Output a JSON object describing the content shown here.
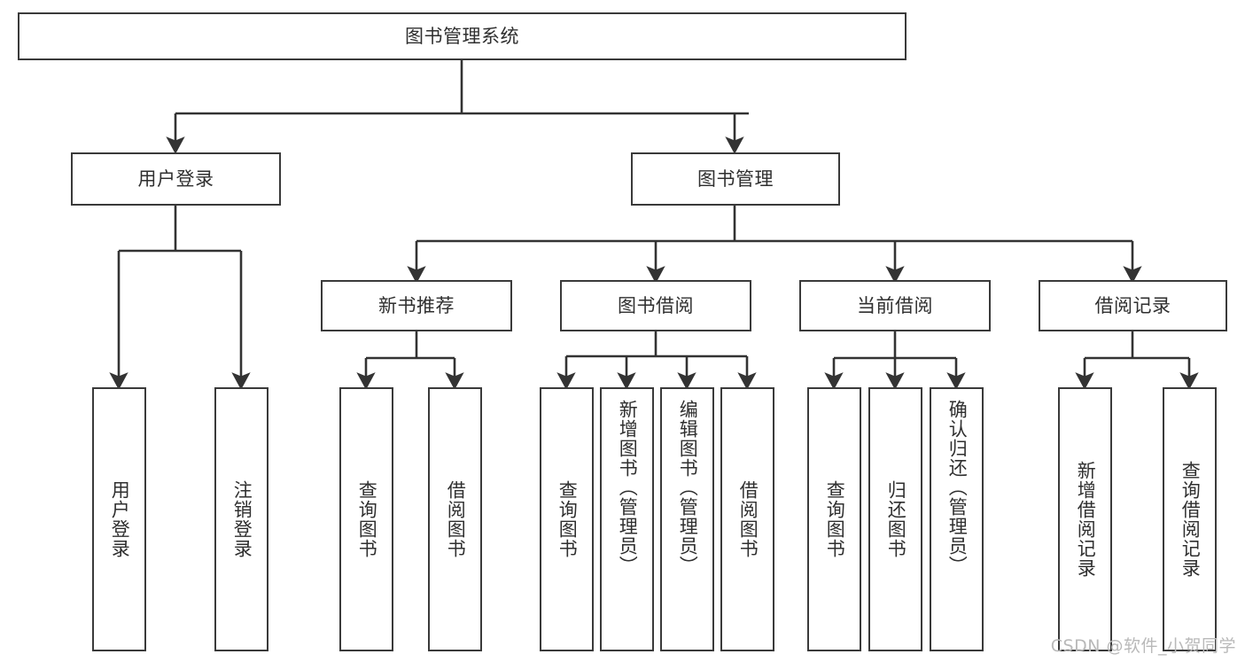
{
  "diagram": {
    "type": "tree-hierarchy",
    "title": "图书管理系统",
    "watermark": "CSDN @软件_小贺同学",
    "colors": {
      "box_border": "#3a3a3a",
      "box_fill": "#ffffff",
      "edge": "#333333",
      "text": "#2f2f2f",
      "watermark": "#b9b9b9",
      "background": "#ffffff"
    },
    "levels": {
      "root": "图书管理系统",
      "level1": [
        "用户登录",
        "图书管理"
      ],
      "level2": [
        "新书推荐",
        "图书借阅",
        "当前借阅",
        "借阅记录"
      ]
    },
    "nodes": {
      "root": {
        "label": "图书管理系统",
        "orientation": "horizontal"
      },
      "user_login": {
        "label": "用户登录",
        "orientation": "horizontal"
      },
      "book_mgmt": {
        "label": "图书管理",
        "orientation": "horizontal"
      },
      "new_book_rec": {
        "label": "新书推荐",
        "orientation": "horizontal"
      },
      "book_borrow": {
        "label": "图书借阅",
        "orientation": "horizontal"
      },
      "current_borrow": {
        "label": "当前借阅",
        "orientation": "horizontal"
      },
      "borrow_record": {
        "label": "借阅记录",
        "orientation": "horizontal"
      },
      "leaf_user_login": {
        "label": "用户登录",
        "orientation": "vertical"
      },
      "leaf_logout": {
        "label": "注销登录",
        "orientation": "vertical"
      },
      "leaf_query_book_1": {
        "label": "查询图书",
        "orientation": "vertical"
      },
      "leaf_borrow_book_1": {
        "label": "借阅图书",
        "orientation": "vertical"
      },
      "leaf_query_book_2": {
        "label": "查询图书",
        "orientation": "vertical"
      },
      "leaf_add_book": {
        "label": "新增图书（管理员）",
        "orientation": "vertical"
      },
      "leaf_edit_book": {
        "label": "编辑图书（管理员）",
        "orientation": "vertical"
      },
      "leaf_borrow_book_2": {
        "label": "借阅图书",
        "orientation": "vertical"
      },
      "leaf_query_book_3": {
        "label": "查询图书",
        "orientation": "vertical"
      },
      "leaf_return_book": {
        "label": "归还图书",
        "orientation": "vertical"
      },
      "leaf_confirm_return": {
        "label": "确认归还（管理员）",
        "orientation": "vertical"
      },
      "leaf_add_record": {
        "label": "新增借阅记录",
        "orientation": "vertical"
      },
      "leaf_query_record": {
        "label": "查询借阅记录",
        "orientation": "vertical"
      }
    },
    "edges": [
      {
        "from": "图书管理系统",
        "to": "用户登录"
      },
      {
        "from": "图书管理系统",
        "to": "图书管理"
      },
      {
        "from": "用户登录",
        "to": "用户登录"
      },
      {
        "from": "用户登录",
        "to": "注销登录"
      },
      {
        "from": "图书管理",
        "to": "新书推荐"
      },
      {
        "from": "图书管理",
        "to": "图书借阅"
      },
      {
        "from": "图书管理",
        "to": "当前借阅"
      },
      {
        "from": "图书管理",
        "to": "借阅记录"
      },
      {
        "from": "新书推荐",
        "to": "查询图书"
      },
      {
        "from": "新书推荐",
        "to": "借阅图书"
      },
      {
        "from": "图书借阅",
        "to": "查询图书"
      },
      {
        "from": "图书借阅",
        "to": "新增图书（管理员）"
      },
      {
        "from": "图书借阅",
        "to": "编辑图书（管理员）"
      },
      {
        "from": "图书借阅",
        "to": "借阅图书"
      },
      {
        "from": "当前借阅",
        "to": "查询图书"
      },
      {
        "from": "当前借阅",
        "to": "归还图书"
      },
      {
        "from": "当前借阅",
        "to": "确认归还（管理员）"
      },
      {
        "from": "借阅记录",
        "to": "新增借阅记录"
      },
      {
        "from": "借阅记录",
        "to": "查询借阅记录"
      }
    ]
  }
}
